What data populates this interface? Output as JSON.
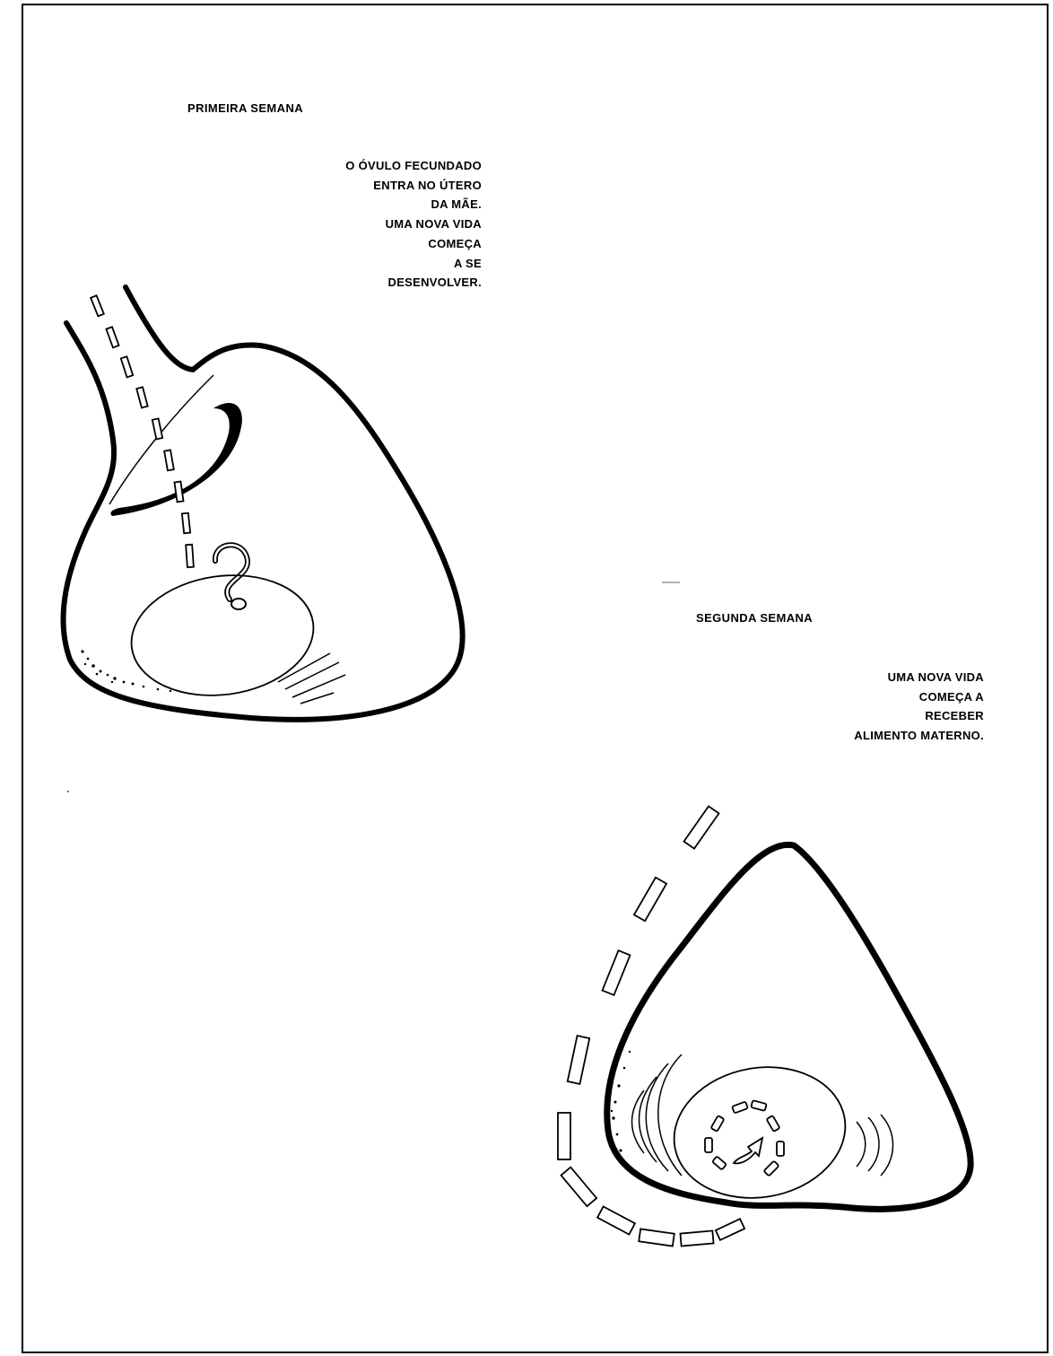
{
  "week1": {
    "heading": "PRIMEIRA SEMANA",
    "lines": [
      "O ÓVULO FECUNDADO",
      "ENTRA NO ÚTERO",
      "DA MÃE.",
      "UMA NOVA VIDA",
      "COMEÇA",
      "A SE",
      "DESENVOLVER."
    ]
  },
  "week2": {
    "heading": "SEGUNDA SEMANA",
    "lines": [
      "UMA NOVA VIDA",
      "COMEÇA A",
      "RECEBER",
      "ALIMENTO MATERNO."
    ]
  }
}
